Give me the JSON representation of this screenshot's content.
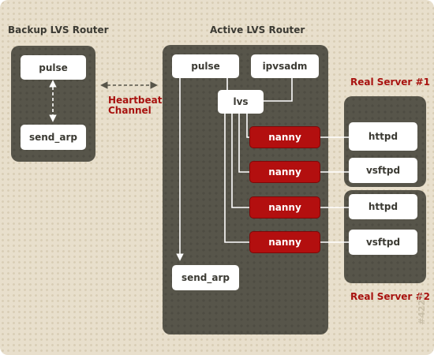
{
  "colors": {
    "background": "#e8dfcc",
    "panel": "#57554a",
    "box": "#ffffff",
    "nanny_box": "#b30f0f",
    "heading_dark": "#3b3a33",
    "heading_red": "#a8120f",
    "connector": "#ffffff"
  },
  "backup_router": {
    "title": "Backup LVS Router",
    "pulse": "pulse",
    "send_arp": "send_arp"
  },
  "heartbeat": {
    "line1": "Heartbeat",
    "line2": "Channel"
  },
  "active_router": {
    "title": "Active LVS Router",
    "pulse": "pulse",
    "ipvsadm": "ipvsadm",
    "lvs": "lvs",
    "nanny": [
      "nanny",
      "nanny",
      "nanny",
      "nanny"
    ],
    "send_arp": "send_arp"
  },
  "real_server_1": {
    "title": "Real Server #1",
    "services": [
      "httpd",
      "vsftpd"
    ]
  },
  "real_server_2": {
    "title": "Real Server #2",
    "services": [
      "httpd",
      "vsftpd"
    ]
  },
  "figure_id": "#4223"
}
